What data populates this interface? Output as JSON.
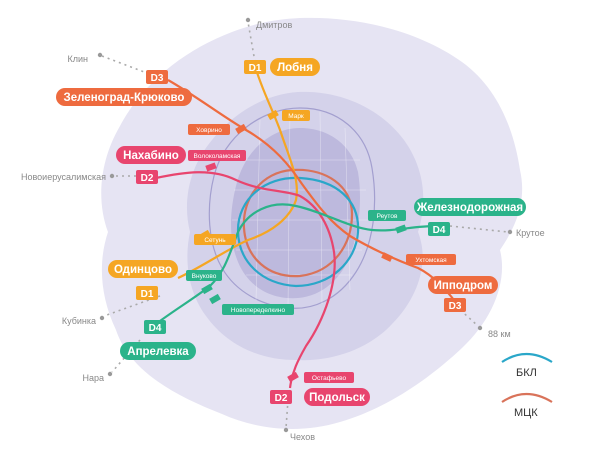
{
  "colors": {
    "d1": "#f5a623",
    "d2": "#e8456e",
    "d3": "#ee6b3f",
    "d4": "#2bb38a",
    "bkl": "#2aa7c9",
    "mcc": "#d9735a",
    "region_outer": "#e6e4f3",
    "region_inner": "#d4d2ea",
    "city": "#bdb9dd"
  },
  "towns": {
    "dmitrov": "Дмитров",
    "klin": "Клин",
    "novoierusalimskaya": "Новоиерусалимская",
    "krutoe": "Крутое",
    "kubinka": "Кубинка",
    "nara": "Нара",
    "chekhov": "Чехов",
    "km88": "88 км"
  },
  "lines": {
    "d1": "D1",
    "d2": "D2",
    "d3": "D3",
    "d4": "D4"
  },
  "termini": {
    "lobnya": "Лобня",
    "zelenograd": "Зеленоград-Крюково",
    "nakhabino": "Нахабино",
    "zheleznodorozhnaya": "Железнодорожная",
    "odintsovo": "Одинцово",
    "ippodrom": "Ипподром",
    "aprelevka": "Апрелевка",
    "podolsk": "Подольск"
  },
  "transfers": {
    "mark": "Марк",
    "khovrino": "Ховрино",
    "volokolamskaya": "Волоколамская",
    "reutov": "Реутов",
    "setun": "Сетунь",
    "ukhtomskaya": "Ухтомская",
    "vnukovo": "Внуково",
    "novoperedelkino": "Новопеределкино",
    "ostafyevo": "Остафьево"
  },
  "legend": {
    "bkl": "БКЛ",
    "mcc": "МЦК"
  }
}
